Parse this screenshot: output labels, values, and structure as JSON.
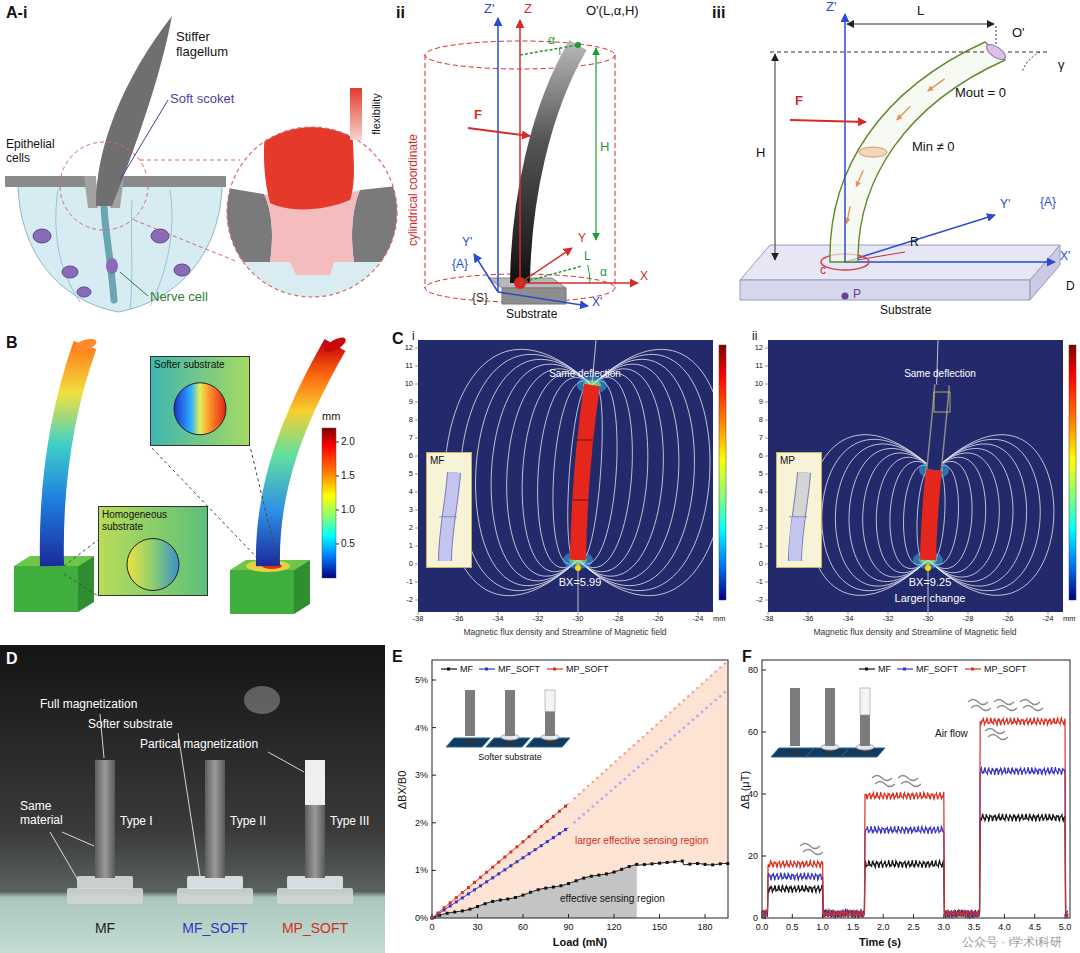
{
  "diagram": {
    "nodes": [
      {
        "text": [
          "Softer substrate"
        ]
      },
      {
        "text": [
          "Homogeneous substrate"
        ]
      },
      {
        "text": [
          "MF"
        ]
      },
      {
        "text": [
          "MP"
        ]
      }
    ],
    "labels": [
      "A-i",
      "Stiffer flagellum",
      "Soft scoket",
      "Epithelial cells",
      "Nerve cell",
      "flexibility",
      "ii",
      "Z'",
      "Z",
      "O'(L,α,H)",
      "α",
      "H",
      "F",
      "cylindrical coordinate",
      "Y'",
      "{A}",
      "Y",
      "X'",
      "L",
      "α",
      "X",
      "{S}",
      "Substrate",
      "iii",
      "Z'",
      "L",
      "O'",
      "γ",
      "H",
      "F",
      "Mout = 0",
      "Min ≠ 0",
      "{A}",
      "Y'",
      "R",
      "X'",
      "c",
      "D",
      "P",
      "Substrate",
      "B",
      "mm",
      "2.0",
      "1.5",
      "1.0",
      "0.5",
      "C",
      "i",
      "Same deflection",
      "BX=5.99",
      "Magnetic flux density and Streamline of Magnetic field",
      "12",
      "11",
      "10",
      "9",
      "8",
      "7",
      "6",
      "5",
      "4",
      "3",
      "2",
      "1",
      "0",
      "-1",
      "-2",
      "-38",
      "-36",
      "-34",
      "-32",
      "-30",
      "-28",
      "-26",
      "-24",
      "mm",
      "ii",
      "Same deflection",
      "BX=9.25",
      "Larger change",
      "Magnetic flux density and Streamline of Magnetic field",
      "12",
      "11",
      "10",
      "9",
      "8",
      "7",
      "6",
      "5",
      "4",
      "3",
      "2",
      "1",
      "0",
      "-1",
      "-2",
      "-38",
      "-36",
      "-34",
      "-32",
      "-30",
      "-28",
      "-26",
      "-24",
      "mm",
      "D",
      "Full magnetization",
      "Softer substrate",
      "Partical magnetization",
      "Same material",
      "Type I",
      "Type II",
      "Type III",
      "MF",
      "MF_SOFT",
      "MP_SOFT",
      "E",
      "ΔBX/B0",
      "0%",
      "1%",
      "2%",
      "3%",
      "4%",
      "5%",
      "0",
      "30",
      "60",
      "90",
      "120",
      "150",
      "180",
      "Load (mN)",
      "Softer substrate",
      "larger effective sensing region",
      "effective sensing region",
      "F",
      "ΔB (μT)",
      "0",
      "20",
      "40",
      "60",
      "80",
      "0.0",
      "0.5",
      "1.0",
      "1.5",
      "2.0",
      "2.5",
      "3.0",
      "3.5",
      "4.0",
      "4.5",
      "5.0",
      "Time (s)",
      "Air flow",
      "公众号 · i学术i科研"
    ],
    "legend": [
      {
        "text": "MF"
      },
      {
        "text": "MF_SOFT"
      },
      {
        "text": "MP_SOFT"
      },
      {
        "text": "MF"
      },
      {
        "text": "MF_SOFT"
      },
      {
        "text": "MP_SOFT"
      }
    ]
  }
}
